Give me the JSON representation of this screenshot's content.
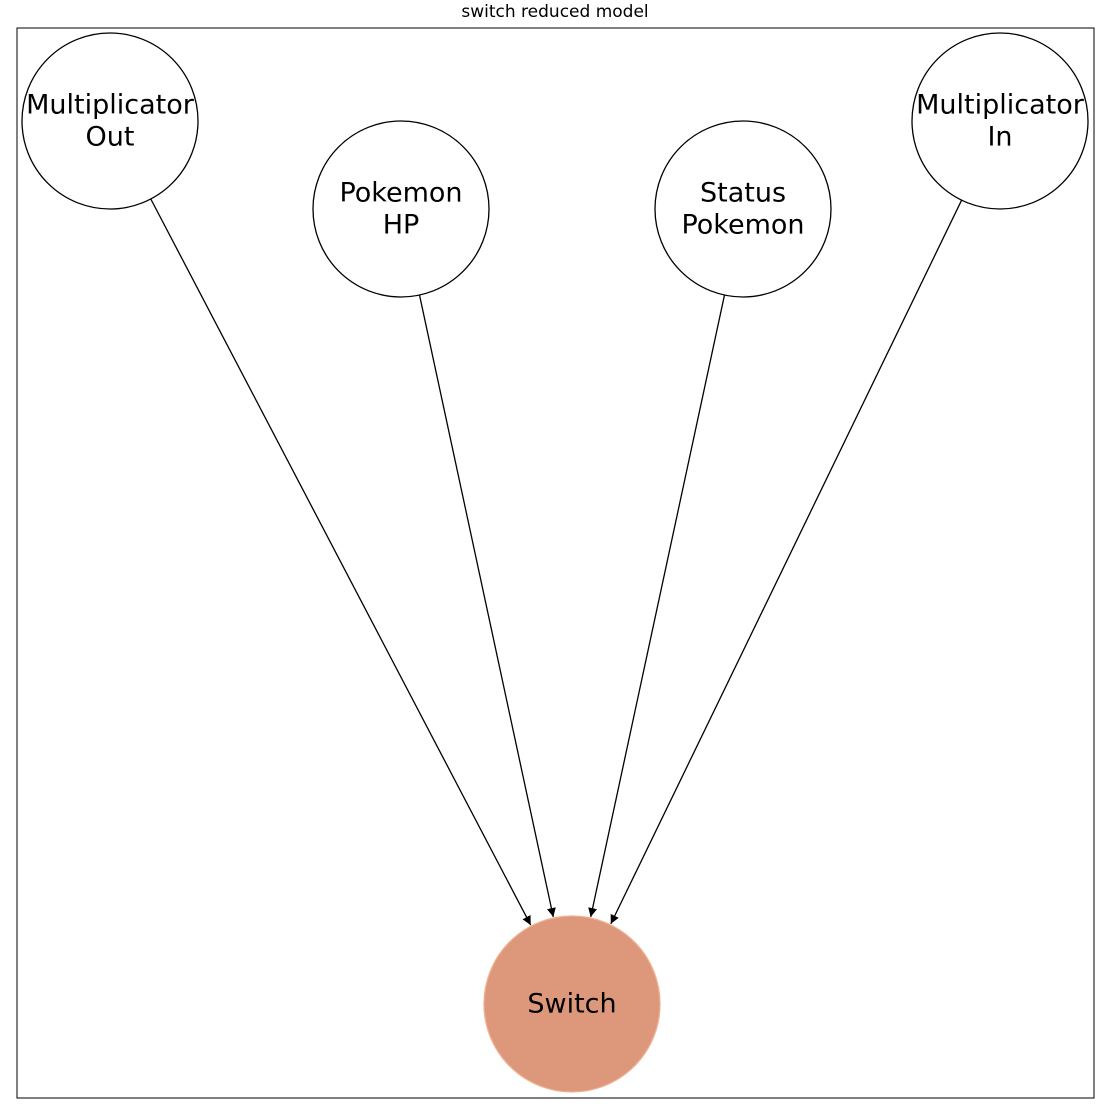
{
  "title": "switch reduced model",
  "colors": {
    "frame": "#000000",
    "edge": "#000000",
    "node_fill": "#ffffff",
    "node_stroke": "#000000",
    "target_fill": "#dd987b",
    "target_stroke": "#efb08f"
  },
  "nodes": [
    {
      "id": "multiplicator-out",
      "label_lines": [
        "Multiplicator",
        "Out"
      ],
      "role": "parent"
    },
    {
      "id": "pokemon-hp",
      "label_lines": [
        "Pokemon",
        "HP"
      ],
      "role": "parent"
    },
    {
      "id": "status-pokemon",
      "label_lines": [
        "Status",
        "Pokemon"
      ],
      "role": "parent"
    },
    {
      "id": "multiplicator-in",
      "label_lines": [
        "Multiplicator",
        "In"
      ],
      "role": "parent"
    },
    {
      "id": "switch",
      "label_lines": [
        "Switch"
      ],
      "role": "target"
    }
  ],
  "edges": [
    {
      "from": "multiplicator-out",
      "to": "switch"
    },
    {
      "from": "pokemon-hp",
      "to": "switch"
    },
    {
      "from": "status-pokemon",
      "to": "switch"
    },
    {
      "from": "multiplicator-in",
      "to": "switch"
    }
  ]
}
